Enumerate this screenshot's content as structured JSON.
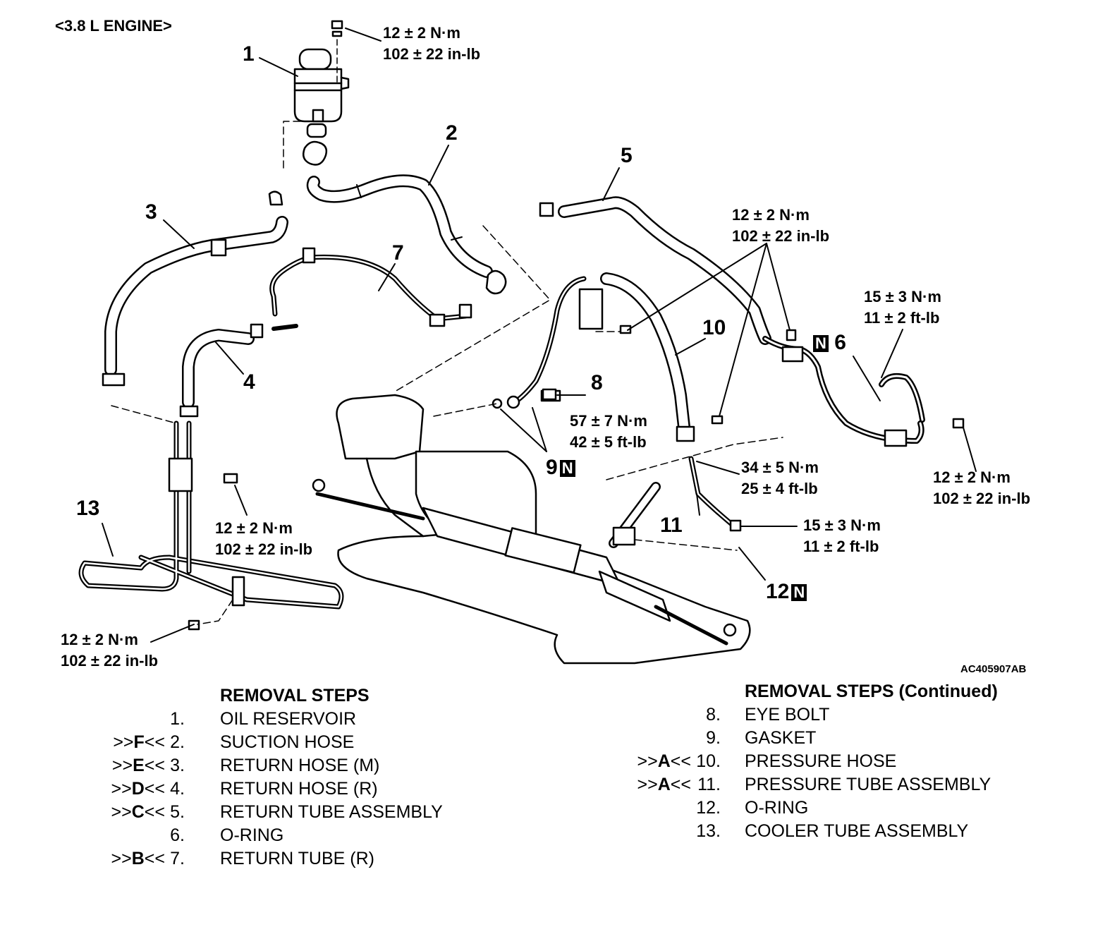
{
  "engine_label": "<3.8 L ENGINE>",
  "figure_code": "AC405907AB",
  "callouts": [
    {
      "id": "c1",
      "number": "1",
      "n_mark": false
    },
    {
      "id": "c2",
      "number": "2",
      "n_mark": false
    },
    {
      "id": "c3",
      "number": "3",
      "n_mark": false
    },
    {
      "id": "c4",
      "number": "4",
      "n_mark": false
    },
    {
      "id": "c5",
      "number": "5",
      "n_mark": false
    },
    {
      "id": "c6",
      "number": "6",
      "n_mark": true
    },
    {
      "id": "c7",
      "number": "7",
      "n_mark": false
    },
    {
      "id": "c8",
      "number": "8",
      "n_mark": false
    },
    {
      "id": "c9",
      "number": "9",
      "n_mark": true
    },
    {
      "id": "c10",
      "number": "10",
      "n_mark": false
    },
    {
      "id": "c11",
      "number": "11",
      "n_mark": false
    },
    {
      "id": "c12",
      "number": "12",
      "n_mark": true
    },
    {
      "id": "c13",
      "number": "13",
      "n_mark": false
    }
  ],
  "n_mark_text": "N",
  "torques": {
    "t_reservoir": [
      "12 ± 2 N·m",
      "102 ± 22 in-lb"
    ],
    "t_return_tube": [
      "12 ± 2 N·m",
      "102 ± 22 in-lb"
    ],
    "t_oring_fitting": [
      "15 ± 3 N·m",
      "11 ± 2 ft-lb"
    ],
    "t_eye_bolt": [
      "57 ± 7 N·m",
      "42 ± 5 ft-lb"
    ],
    "t_bracket_right": [
      "12 ± 2 N·m",
      "102 ± 22 in-lb"
    ],
    "t_pressure_tube": [
      "34 ± 5 N·m",
      "25 ± 4 ft-lb"
    ],
    "t_tube_end": [
      "15 ± 3 N·m",
      "11 ± 2 ft-lb"
    ],
    "t_clamp_mid": [
      "12 ± 2 N·m",
      "102 ± 22 in-lb"
    ],
    "t_cooler": [
      "12 ± 2 N·m",
      "102 ± 22 in-lb"
    ]
  },
  "removal_steps": {
    "title": "REMOVAL STEPS",
    "continued_title": "REMOVAL STEPS (Continued)",
    "left": [
      {
        "marker": "",
        "number": "1.",
        "name": "OIL RESERVOIR"
      },
      {
        "marker": ">>F<<",
        "number": "2.",
        "name": "SUCTION HOSE"
      },
      {
        "marker": ">>E<<",
        "number": "3.",
        "name": "RETURN HOSE (M)"
      },
      {
        "marker": ">>D<<",
        "number": "4.",
        "name": "RETURN HOSE (R)"
      },
      {
        "marker": ">>C<<",
        "number": "5.",
        "name": "RETURN TUBE ASSEMBLY"
      },
      {
        "marker": "",
        "number": "6.",
        "name": "O-RING"
      },
      {
        "marker": ">>B<<",
        "number": "7.",
        "name": "RETURN TUBE (R)"
      }
    ],
    "right": [
      {
        "marker": "",
        "number": "8.",
        "name": "EYE BOLT"
      },
      {
        "marker": "",
        "number": "9.",
        "name": "GASKET"
      },
      {
        "marker": ">>A<<",
        "number": "10.",
        "name": "PRESSURE HOSE"
      },
      {
        "marker": ">>A<<",
        "number": "11.",
        "name": "PRESSURE TUBE ASSEMBLY"
      },
      {
        "marker": "",
        "number": "12.",
        "name": "O-RING"
      },
      {
        "marker": "",
        "number": "13.",
        "name": "COOLER TUBE ASSEMBLY"
      }
    ]
  }
}
